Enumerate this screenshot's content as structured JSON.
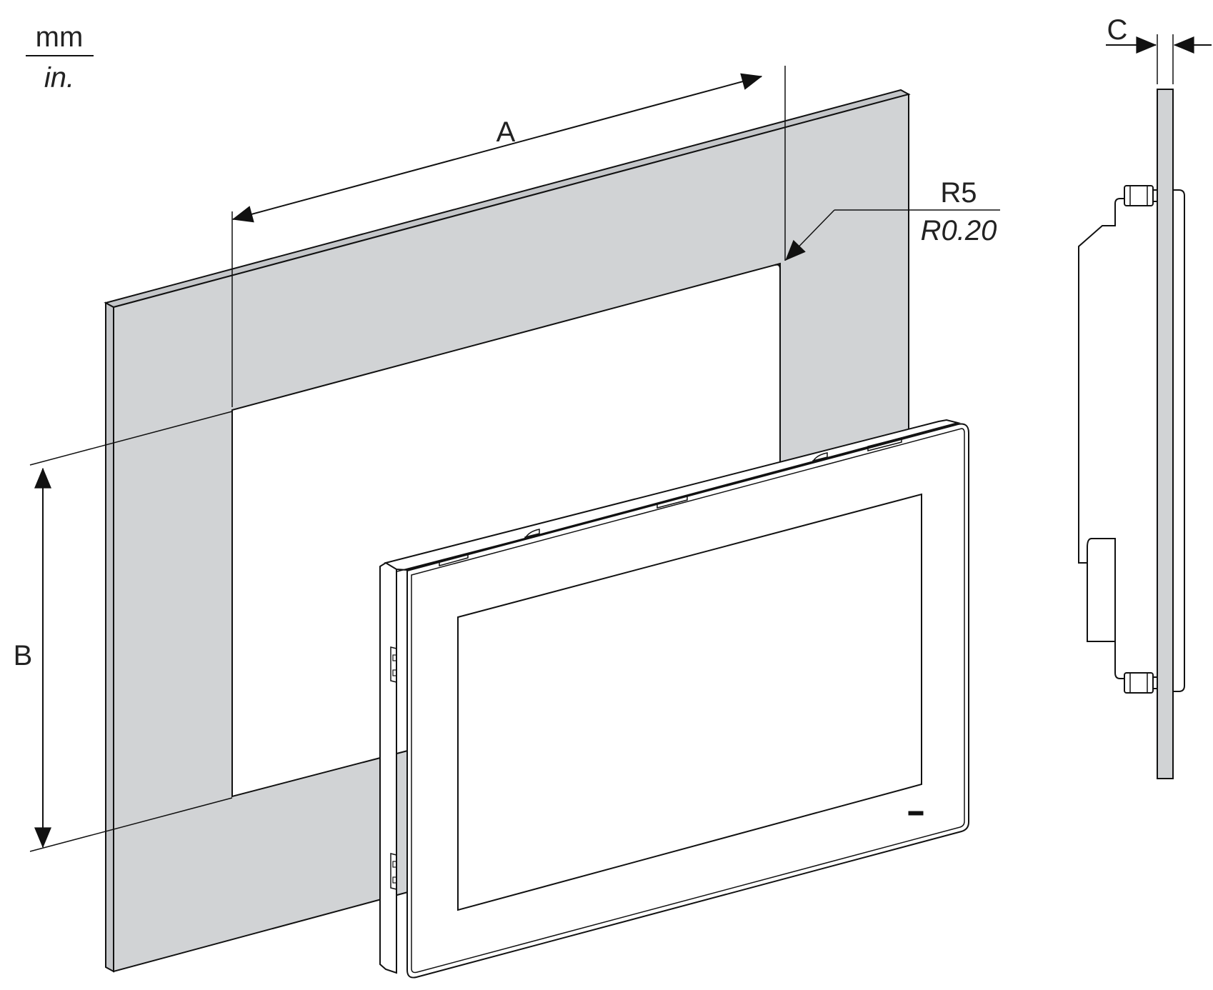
{
  "units": {
    "primary": "mm",
    "secondary": "in."
  },
  "dimensions": {
    "a": "A",
    "b": "B",
    "c": "C",
    "radius_mm": "R5",
    "radius_in": "R0.20"
  },
  "colors": {
    "panel_fill": "#d1d3d5",
    "stroke": "#111111",
    "background": "#ffffff"
  }
}
